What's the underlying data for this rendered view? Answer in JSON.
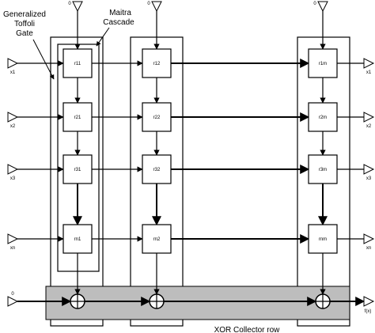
{
  "annotations": {
    "gate_label": [
      "Generalized",
      "Toffoli",
      "Gate"
    ],
    "cascade_label": [
      "Maitra",
      "Cascade"
    ],
    "collector_label": "XOR Collector row"
  },
  "top_inputs": [
    "0",
    "0",
    "0"
  ],
  "row_inputs": [
    "x1",
    "x2",
    "x3",
    "xn"
  ],
  "row_outputs": [
    "x1",
    "x2",
    "x3",
    "xn"
  ],
  "collector_input": "0",
  "collector_output": "f(x)",
  "cells": [
    [
      "r11",
      "r12",
      "r1m"
    ],
    [
      "r21",
      "r22",
      "r2m"
    ],
    [
      "r31",
      "r32",
      "r3m"
    ],
    [
      "rn1",
      "rn2",
      "rnm"
    ]
  ],
  "colors": {
    "collector_fill": "#bdbdbd",
    "line": "#000000",
    "background": "#ffffff"
  }
}
